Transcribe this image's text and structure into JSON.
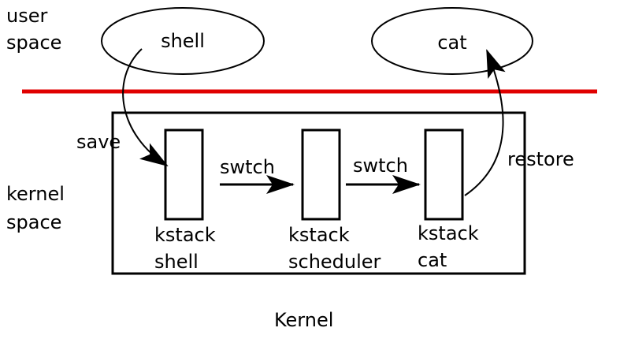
{
  "labels": {
    "user_space_1": "user",
    "user_space_2": "space",
    "kernel_space_1": "kernel",
    "kernel_space_2": "space",
    "kernel": "Kernel"
  },
  "processes": {
    "shell": "shell",
    "cat": "cat"
  },
  "actions": {
    "save": "save",
    "swtch1": "swtch",
    "swtch2": "swtch",
    "restore": "restore"
  },
  "stacks": [
    {
      "l1": "kstack",
      "l2": "shell"
    },
    {
      "l1": "kstack",
      "l2": "scheduler"
    },
    {
      "l1": "kstack",
      "l2": "cat"
    }
  ],
  "colors": {
    "divider": "#e00000"
  }
}
